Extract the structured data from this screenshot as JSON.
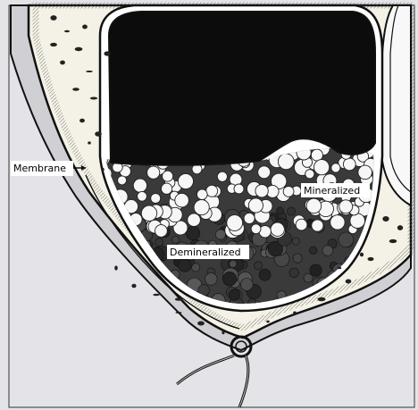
{
  "labels": {
    "membrane": "Membrane",
    "mineralized": "Mineralized",
    "demineralized": "Demineralized"
  },
  "colors": {
    "background": "#e4e4e8",
    "bone": "#f4f1e6",
    "cavity": "#0c0c0c",
    "outline": "#111111"
  }
}
